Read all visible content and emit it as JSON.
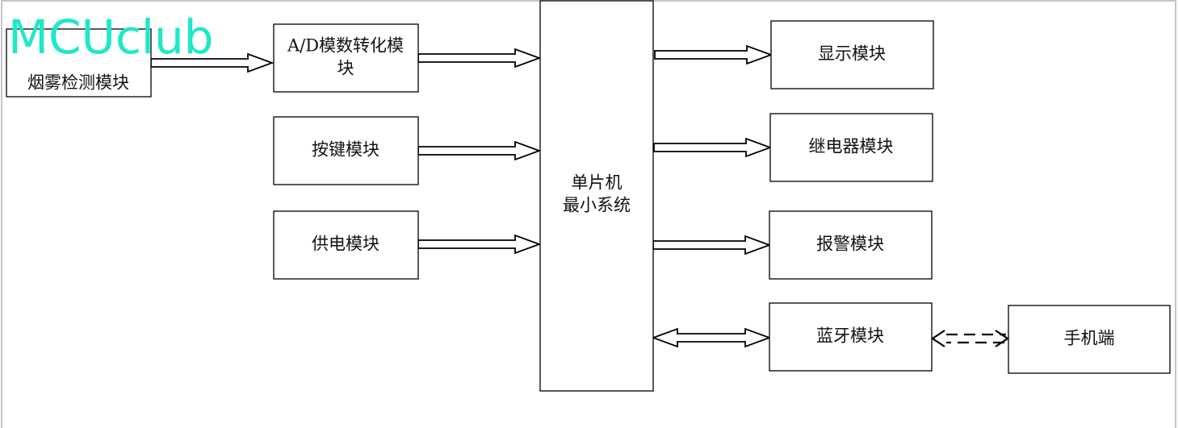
{
  "watermark": "MCUclub",
  "blocks": {
    "smoke": "烟雾检测模块",
    "ad_line1": "A/D模数转化模",
    "ad_line2": "块",
    "keys": "按键模块",
    "power": "供电模块",
    "mcu_line1": "单片机",
    "mcu_line2": "最小系统",
    "display": "显示模块",
    "relay": "继电器模块",
    "alarm": "报警模块",
    "bluetooth": "蓝牙模块",
    "phone": "手机端"
  },
  "colors": {
    "watermark": "#1fe8c8"
  }
}
